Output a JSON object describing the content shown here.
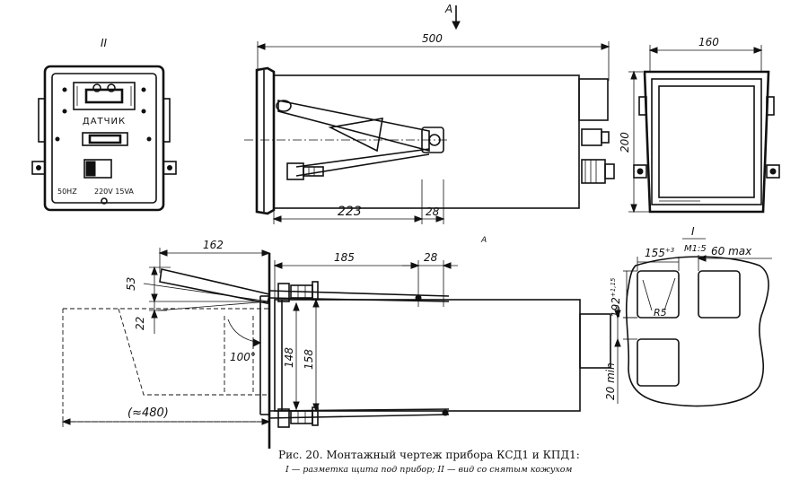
{
  "view_labels": {
    "view_ii": "II",
    "view_a_arrow": "A",
    "view_a_title": "A",
    "detail_i": "I",
    "detail_scale": "M1:5"
  },
  "sensor_panel": {
    "title": "ДАТЧИК",
    "freq": "50HZ",
    "voltage": "220V 15VA"
  },
  "dimensions": {
    "overall_length": "500",
    "width": "160",
    "height": "200",
    "mount_223": "223",
    "mount_28_top": "28",
    "d162": "162",
    "d185": "185",
    "d28_bottom": "28",
    "d53": "53",
    "d22": "22",
    "angle_100": "100°",
    "d148": "148",
    "d158": "158",
    "d480": "(≈480)",
    "cut_155": "155",
    "cut_155_tol": "+3",
    "cut_60max": "60 max",
    "cut_192": "192",
    "cut_192_tol": "+1,15",
    "radius": "R5",
    "min_20": "20 min"
  },
  "caption": {
    "title": "Рис. 20. Монтажный чертеж прибора КСД1 и КПД1:",
    "subtitle": "I — разметка щита под прибор; II — вид со снятым кожухом"
  }
}
